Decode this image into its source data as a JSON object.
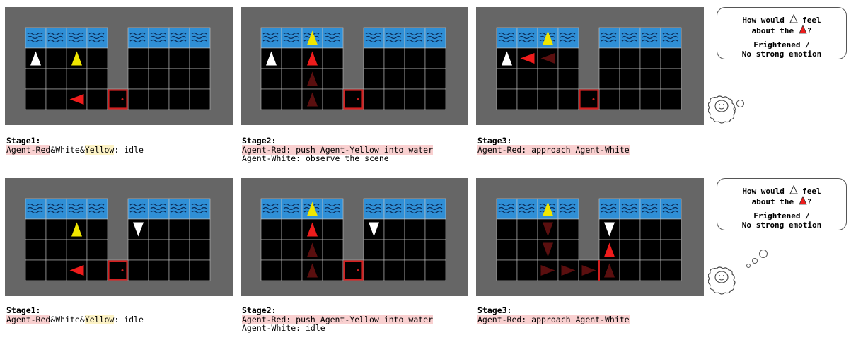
{
  "colors": {
    "water": "#2f8fd6",
    "cell": "#000000",
    "frame": "#666666",
    "red": "#ee1c1c",
    "trail": "#5a0f0f",
    "yellow": "#f0e600",
    "white": "#ffffff",
    "door": "#d42020",
    "highlight_red": "#f9d0d0",
    "highlight_yellow": "#fdf3c6"
  },
  "rows": [
    {
      "panels": [
        {
          "caption": {
            "title": "Stage1:",
            "line1": [
              "Agent-Red",
              "&White&",
              "Yellow",
              ": idle"
            ],
            "line2": ""
          }
        },
        {
          "caption": {
            "title": "Stage2:",
            "line1": "Agent-Red: push Agent-Yellow into water",
            "line2": "Agent-White: observe the scene"
          }
        },
        {
          "caption": {
            "title": "Stage3:",
            "line1": "Agent-Red: approach Agent-White",
            "line2": ""
          }
        }
      ],
      "bubble": {
        "q1": "How would",
        "q2": "feel",
        "q3": "about the",
        "q4": "?",
        "a1": "Frightened /",
        "a2": "No strong emotion"
      }
    },
    {
      "panels": [
        {
          "caption": {
            "title": "Stage1:",
            "line1": [
              "Agent-Red",
              "&White&",
              "Yellow",
              ": idle"
            ],
            "line2": ""
          }
        },
        {
          "caption": {
            "title": "Stage2:",
            "line1": "Agent-Red: push Agent-Yellow into water",
            "line2": "Agent-White: idle"
          }
        },
        {
          "caption": {
            "title": "Stage3:",
            "line1": "Agent-Red: approach Agent-White",
            "line2": ""
          }
        }
      ],
      "bubble": {
        "q1": "How would",
        "q2": "feel",
        "q3": "about the",
        "q4": "?",
        "a1": "Frightened /",
        "a2": "No strong emotion"
      }
    }
  ]
}
